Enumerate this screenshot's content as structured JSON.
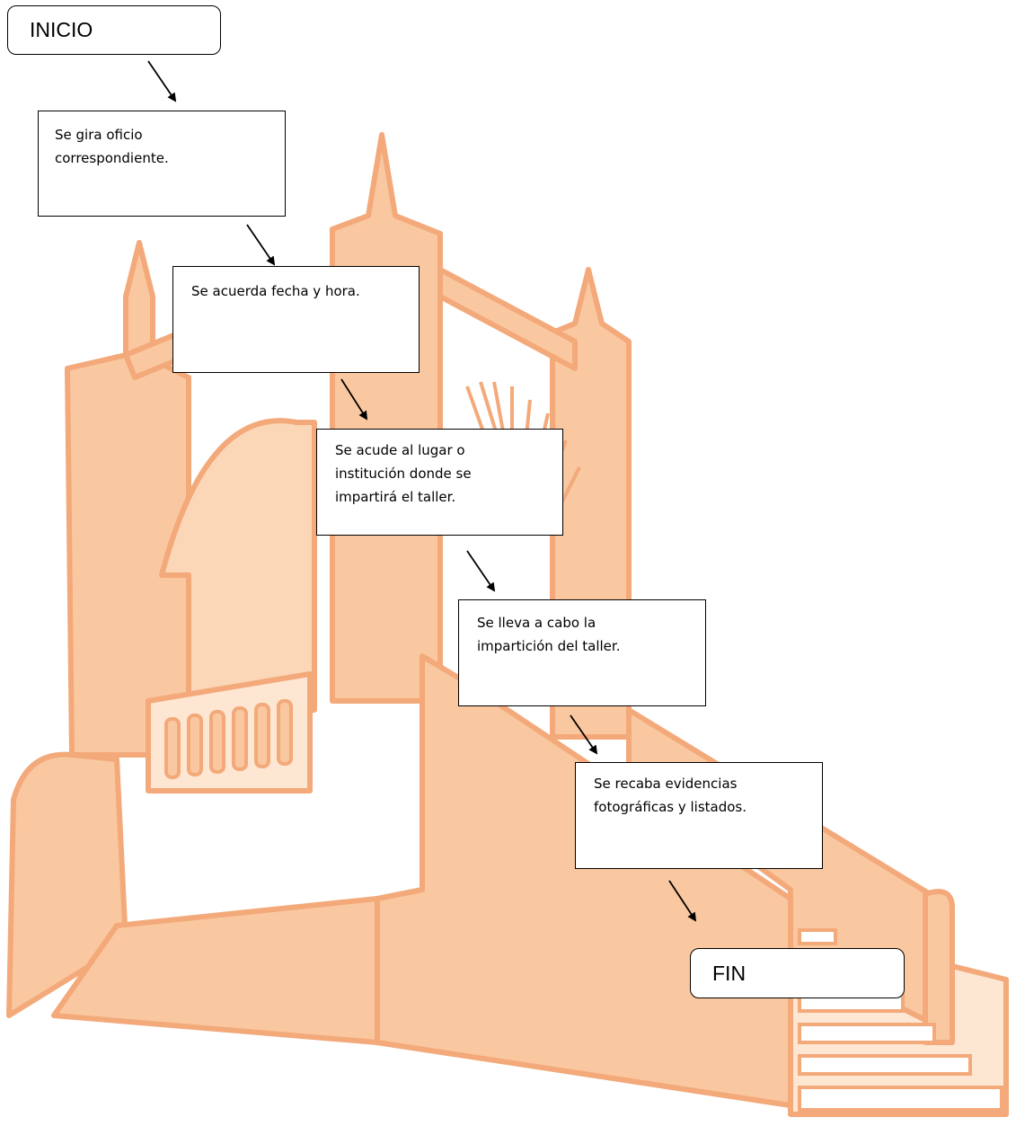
{
  "start": {
    "label": "INICIO"
  },
  "steps": [
    {
      "lines": [
        "Se gira oficio",
        "correspondiente."
      ]
    },
    {
      "lines": [
        "Se acuerda fecha y hora."
      ]
    },
    {
      "lines": [
        "Se acude al lugar o",
        "institución donde se",
        "impartirá el taller."
      ]
    },
    {
      "lines": [
        "Se lleva a cabo la",
        "impartición del taller."
      ]
    },
    {
      "lines": [
        "Se recaba evidencias",
        "fotográficas y listados."
      ]
    }
  ],
  "end": {
    "label": "FIN"
  },
  "watermark": {
    "fill": "#f9c8a0",
    "stroke": "#f3a97a"
  }
}
